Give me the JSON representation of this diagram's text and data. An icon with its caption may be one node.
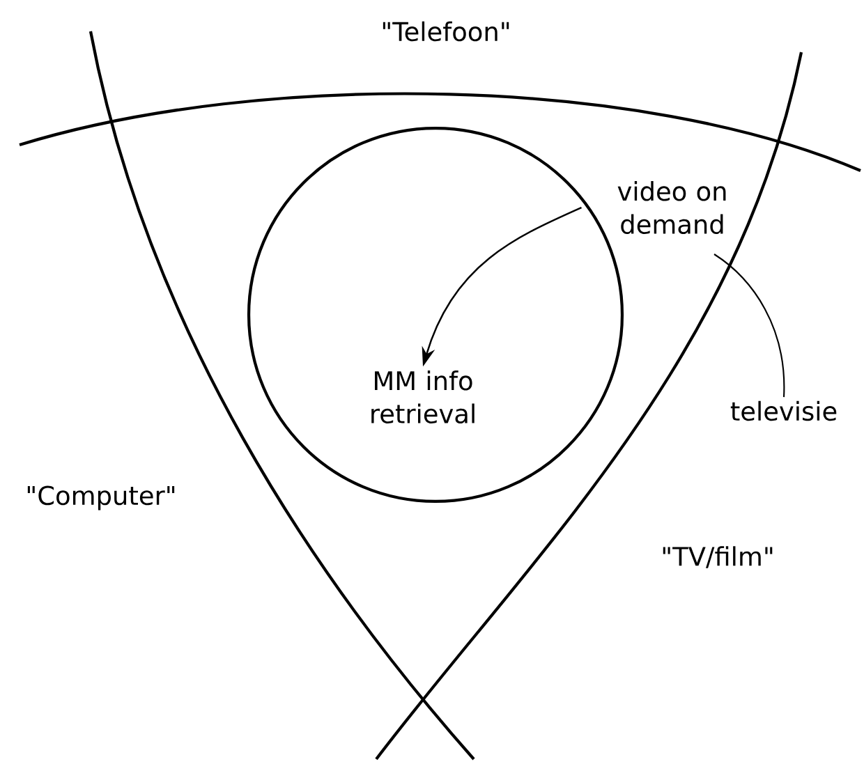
{
  "diagram": {
    "nodes": [
      {
        "text": [],
        "shape": "circle"
      },
      {
        "text": [
          "MM info retrieval"
        ],
        "in": 0
      },
      {
        "text": [
          "video on demand"
        ]
      },
      {
        "text": [
          "televisie"
        ]
      }
    ],
    "edges": [
      {
        "from": 2,
        "to": 1,
        "arrow": "to"
      },
      {
        "from": 3,
        "to": null,
        "arrow": "none"
      }
    ],
    "labels": [
      "\"Telefoon\"",
      "\"Computer\"",
      "\"TV/film\""
    ]
  }
}
